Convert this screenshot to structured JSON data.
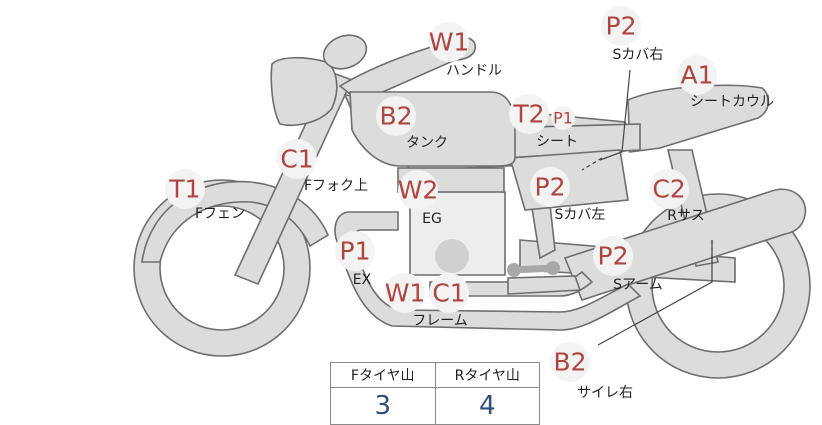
{
  "labels": {
    "handle": {
      "code": "W1",
      "name": "ハンドル"
    },
    "tank": {
      "code": "B2",
      "name": "タンク"
    },
    "fork": {
      "code": "C1",
      "name": "Fフォク上"
    },
    "fender": {
      "code": "T1",
      "name": "Fフェン"
    },
    "engine": {
      "code": "W2",
      "name": "EG"
    },
    "exhaust": {
      "code": "P1",
      "name": "EX"
    },
    "frame": {
      "code_a": "W1",
      "code_b": "C1",
      "name": "フレーム"
    },
    "seat": {
      "code": "T2",
      "code_small": "P1",
      "name": "シート"
    },
    "cover_right": {
      "code": "P2",
      "name": "Sカバ右"
    },
    "cover_left": {
      "code": "P2",
      "name": "Sカバ左"
    },
    "seat_cowl": {
      "code": "A1",
      "name": "シートカウル"
    },
    "rear_susp": {
      "code": "C2",
      "name": "Rサス"
    },
    "swingarm": {
      "code": "P2",
      "name": "Sアーム"
    },
    "muffler": {
      "code": "B2",
      "name": "サイレ右"
    }
  },
  "tread": {
    "front_label": "Fタイヤ山",
    "rear_label": "Rタイヤ山",
    "front_value": "3",
    "rear_value": "4"
  }
}
